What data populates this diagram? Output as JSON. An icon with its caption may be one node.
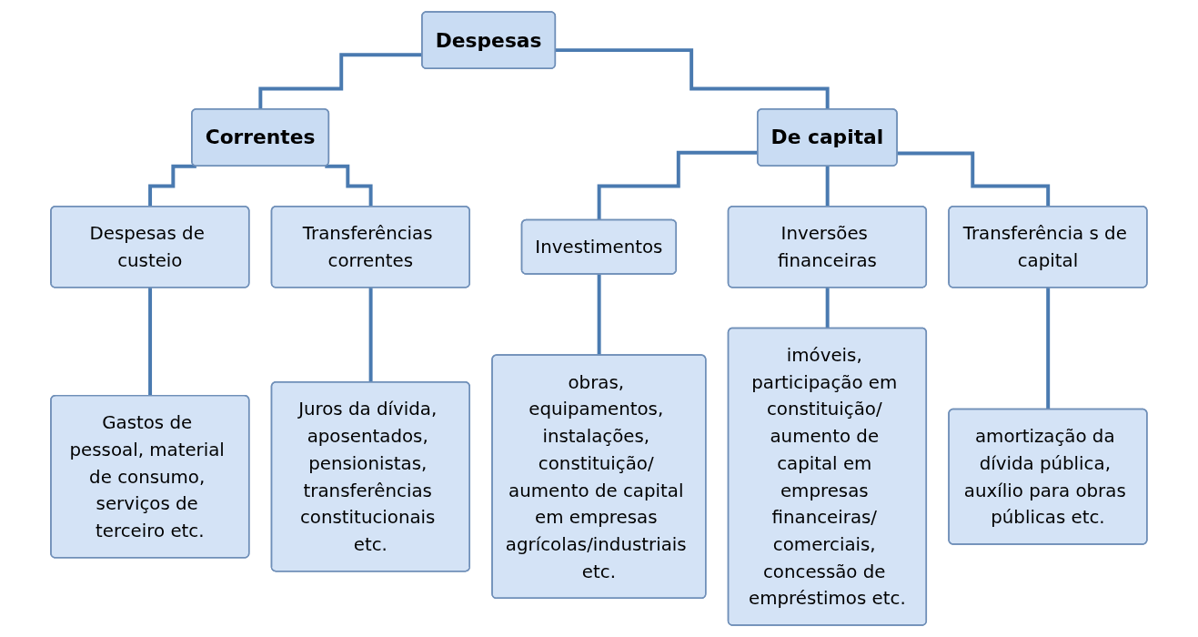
{
  "diagram": {
    "nodes": [
      {
        "text": [
          "Despesas"
        ]
      },
      {
        "text": [
          "Correntes"
        ]
      },
      {
        "text": [
          "De capital"
        ]
      },
      {
        "text": [
          "Despesas de custeio"
        ]
      },
      {
        "text": [
          "Transferências correntes"
        ]
      },
      {
        "text": [
          "Investimentos"
        ]
      },
      {
        "text": [
          "Inversões financeiras"
        ]
      },
      {
        "text": [
          "Transferência s de capital"
        ]
      },
      {
        "text": [
          "Gastos de pessoal, material de consumo, serviços de terceiro etc."
        ]
      },
      {
        "text": [
          "Juros da dívida, aposentados, pensionistas, transferências constitucionais etc."
        ]
      },
      {
        "text": [
          "obras, equipamentos, instalações, constituição/ aumento de capital em empresas agrícolas/industriais etc."
        ]
      },
      {
        "text": [
          "imóveis, participação em constituição/ aumento de capital em empresas financeiras/ comerciais, concessão de empréstimos etc."
        ]
      },
      {
        "text": [
          "amortização da dívida pública, auxílio para obras públicas etc."
        ]
      }
    ],
    "edges": [
      {
        "from": 0,
        "to": 1,
        "arrow": "none"
      },
      {
        "from": 0,
        "to": 2,
        "arrow": "none"
      },
      {
        "from": 1,
        "to": 3,
        "arrow": "none"
      },
      {
        "from": 1,
        "to": 4,
        "arrow": "none"
      },
      {
        "from": 2,
        "to": 5,
        "arrow": "none"
      },
      {
        "from": 2,
        "to": 6,
        "arrow": "none"
      },
      {
        "from": 2,
        "to": 7,
        "arrow": "none"
      },
      {
        "from": 3,
        "to": 8,
        "arrow": "none"
      },
      {
        "from": 4,
        "to": 9,
        "arrow": "none"
      },
      {
        "from": 5,
        "to": 10,
        "arrow": "none"
      },
      {
        "from": 6,
        "to": 11,
        "arrow": "none"
      },
      {
        "from": 7,
        "to": 12,
        "arrow": "none"
      }
    ]
  }
}
